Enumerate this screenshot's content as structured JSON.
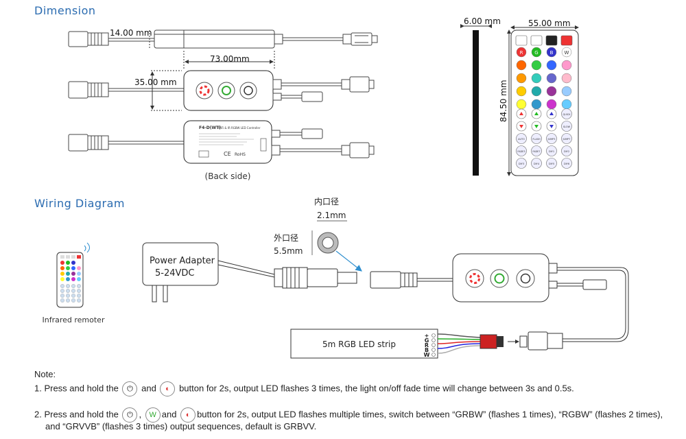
{
  "headings": {
    "dimension": "Dimension",
    "wiring": "Wiring Diagram"
  },
  "dimensions": {
    "plug_width": "14.00 mm",
    "body_length": "73.00mm",
    "body_height": "35.00 mm",
    "back_side": "(Back side)",
    "remote_thickness": "6.00 mm",
    "remote_width": "55.00 mm",
    "remote_height": "84.50 mm"
  },
  "back_label": {
    "model": "F4-D(WT)",
    "desc": "WiFi & IR RGBW LED Controller",
    "ce": "CE",
    "rohs": "RoHS"
  },
  "remote_buttons": {
    "row_colors": [
      "R",
      "G",
      "B",
      "W"
    ],
    "func": [
      "QUICK",
      "SLOW",
      "AUTO",
      "FLASH",
      "JUMP3",
      "JUMP7",
      "FADE3",
      "FADE7",
      "DIY1",
      "DIY2",
      "DIY3",
      "DIY4",
      "DIY5",
      "DIY6"
    ]
  },
  "wiring": {
    "inner_dia_label": "内口径",
    "inner_dia_value": "2.1mm",
    "outer_dia_label": "外口径",
    "outer_dia_value": "5.5mm",
    "adapter_line1": "Power Adapter",
    "adapter_line2": "5-24VDC",
    "remote_caption": "Infrared remoter",
    "strip_label": "5m RGB LED strip",
    "pins": [
      "+",
      "G",
      "R",
      "B",
      "W"
    ]
  },
  "notes": {
    "title": "Note:",
    "n1_a": "1. Press and hold the",
    "n1_b": "and",
    "n1_c": "button for 2s, output LED flashes 3 times,  the light on/off fade time will change between 3s and 0.5s.",
    "n2_a": "2. Press and hold the",
    "n2_b": ",",
    "n2_c": "and",
    "n2_d": "button for 2s, output LED flashes multiple times, switch between “GRBW” (flashes 1 times), “RGBW” (flashes 2 times),",
    "n2_e": "and “GRVVB”  (flashes 3 times) output sequences, default is GRBVV."
  },
  "colors": {
    "heading": "#2a6bb0",
    "line": "#555555",
    "body": "#333333",
    "arrow": "#2f8fcf"
  }
}
